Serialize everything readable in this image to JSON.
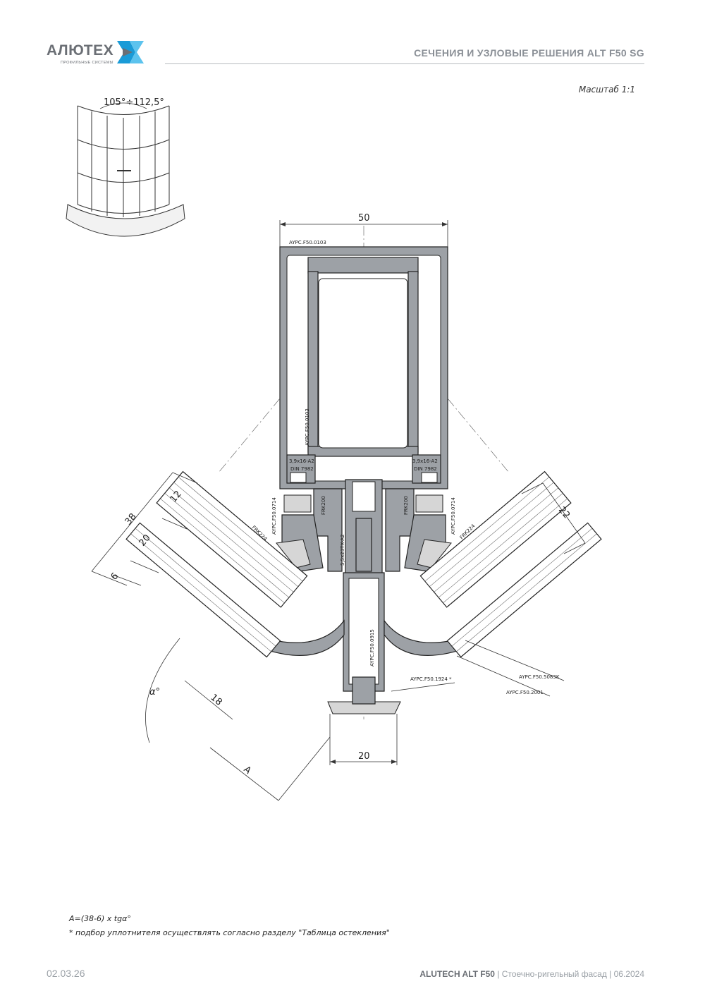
{
  "header": {
    "logo_text": "АЛЮТЕХ",
    "logo_subtitle": "ПРОФИЛЬНЫЕ СИСТЕМЫ",
    "title": "СЕЧЕНИЯ И УЗЛОВЫЕ РЕШЕНИЯ ALT F50 SG",
    "brand_colors": {
      "gray": "#6b6f75",
      "blue": "#1a9bd7",
      "light_blue": "#5cc3ee"
    }
  },
  "scale_label": "Масштаб 1:1",
  "angle_range": "105°÷112,5°",
  "drawing": {
    "dimensions": {
      "top_width": "50",
      "bottom_width": "20",
      "left_total": "38",
      "left_12": "12",
      "left_20": "20",
      "left_6": "6",
      "right_22": "22",
      "glass_18": "18",
      "dim_A": "A",
      "angle_alpha": "α°"
    },
    "labels": {
      "main_profile_top": "AYPC.F50.0103",
      "main_profile_side": "AYPC.F50.0103",
      "screw_left_1": "3,9x16-A2",
      "screw_left_2": "DIN 7982",
      "screw_right_1": "3,9x16-A2",
      "screw_right_2": "DIN 7982",
      "adapter_left": "AYPC.F50.0714",
      "adapter_right": "AYPC.F50.0714",
      "frk200_left": "FRK200",
      "frk200_right": "FRK200",
      "frk224_left": "FRK224",
      "frk224_right": "FRK224",
      "screw_center": "5,5x23TX-A2",
      "clamp_profile": "AYPC.F50.0915",
      "gasket": "AYPC.F50.1924 *",
      "seal_5083": "AYPC.F50.5083K",
      "seal_2001": "AYPC.F50.2001"
    }
  },
  "notes": {
    "formula": "A=(38-6) x tgα°",
    "footnote": "* подбор уплотнителя осуществлять согласно разделу \"Таблица остекления\""
  },
  "footer": {
    "date": "02.03.26",
    "brand": "ALUTECH ALT F50",
    "description": " | Стоечно-ригельный фасад | 06.2024"
  }
}
